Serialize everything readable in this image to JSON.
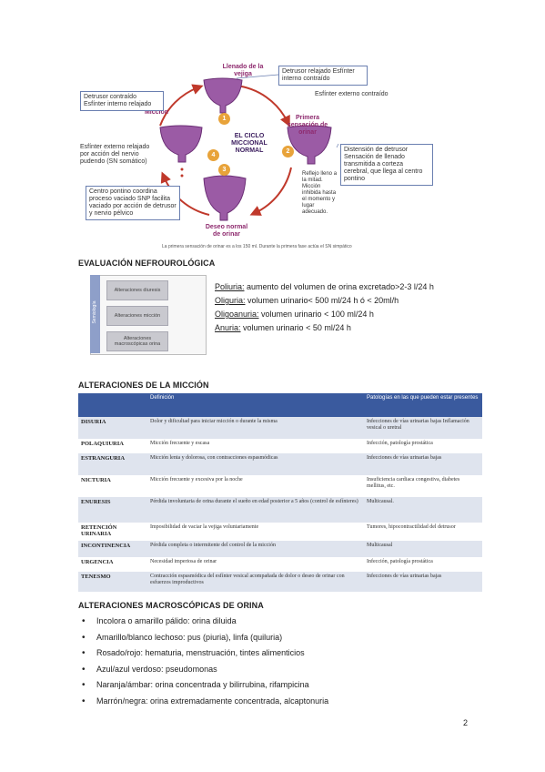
{
  "figure": {
    "stage_llenado": "Llenado de la vejiga",
    "stage_miccion": "Micción",
    "stage_primera": "Primera sensación de orinar",
    "stage_deseo": "Deseo normal de orinar",
    "center": "EL CICLO MICCIONAL NORMAL",
    "numbers": [
      "1",
      "2",
      "3",
      "4"
    ],
    "box_detrusor_relajado": "Detrusor relajado Esfínter interno contraído",
    "note_esfinter_externo": "Esfínter externo contraído",
    "box_detrusor_contraido": "Detrusor contraído Esfínter interno relajado",
    "note_esfinter_relajado": "Esfínter externo relajado por acción del nervio pudendo (SN somático)",
    "box_distension": "Distensión de detrusor Sensación de llenado transmitida a corteza cerebral, que llega al centro pontino",
    "note_reflejo": "Reflejo lleno a la mitad. Micción inhibida hasta el momento y lugar adecuado.",
    "box_centro_pontino": "Centro pontino coordina proceso vaciado SNP facilita vaciado por acción de detrusor y nervio pélvico",
    "caption": "La primera sensación de orinar es a los 150 ml. Durante la primera fase actúa el SN simpático"
  },
  "evaluacion": {
    "heading": "EVALUACIÓN NEFROUROLÓGICA",
    "side_label": "Semiología",
    "items": [
      "Alteraciones diuresis",
      "Alteraciones micción",
      "Alteraciones macroscópicas orina"
    ],
    "defs": [
      {
        "term": "Poliuria:",
        "text": " aumento del volumen de orina excretado>2-3 l/24 h"
      },
      {
        "term": "Oliguria:",
        "text": " volumen urinario< 500 ml/24 h ó < 20ml/h"
      },
      {
        "term": "Oligoanuria:",
        "text": " volumen urinario < 100 ml/24 h"
      },
      {
        "term": "Anuria:",
        "text": " volumen urinario < 50 ml/24 h"
      }
    ]
  },
  "miccion": {
    "heading": "ALTERACIONES DE LA MICCIÓN",
    "headers": [
      "",
      "Definición",
      "Patologías en las que pueden estar presentes"
    ],
    "rows": [
      [
        "DISURIA",
        "Dolor y dificultad para iniciar micción o durante la misma",
        "Infecciones de vías urinarias bajas Inflamación vesical o uretral"
      ],
      [
        "POLAQUIURIA",
        "Micción frecuente y escasa",
        "Infección, patología prostática"
      ],
      [
        "ESTRANGURIA",
        "Micción lenta y dolorosa, con contracciones espasmódicas",
        "Infecciones de vías urinarias bajas"
      ],
      [
        "NICTURIA",
        "Micción frecuente y excesiva por la noche",
        "Insuficiencia cardiaca congestiva, diabetes mellitus, etc."
      ],
      [
        "ENURESIS",
        "Pérdida involuntaria de orina durante el sueño en edad posterior a 5 años (control de esfínteres)",
        "Multicausal."
      ],
      [
        "RETENCIÓN URINARIA",
        "Imposibilidad de vaciar la vejiga voluntariamente",
        "Tumores, hipocontractilidad del detrusor"
      ],
      [
        "INCONTINENCIA",
        "Pérdida completa o intermitente del control de la micción",
        "Multicausal"
      ],
      [
        "URGENCIA",
        "Necesidad imperiosa de orinar",
        "Infección, patología prostática"
      ],
      [
        "TENESMO",
        "Contracción espasmódica del esfínter vesical acompañada de dolor o deseo de orinar con esfuerzos improductivos",
        "Infecciones de vías urinarias bajas"
      ]
    ]
  },
  "macro": {
    "heading": "ALTERACIONES MACROSCÓPICAS DE ORINA",
    "items": [
      "Incolora o amarillo pálido: orina diluida",
      "Amarillo/blanco lechoso: pus (piuria), linfa (quiluria)",
      "Rosado/rojo: hematuria, menstruación, tintes alimenticios",
      "Azul/azul verdoso: pseudomonas",
      "Naranja/ámbar: orina concentrada y bilirrubina, rifampicina",
      "Marrón/negra: orina extremadamente concentrada, alcaptonuria"
    ]
  },
  "page_number": "2",
  "colors": {
    "table_header": "#3a5a9e",
    "row_stripe": "#dfe4ee",
    "bladder": "#9b5ba5",
    "badge": "#e8a33a"
  }
}
